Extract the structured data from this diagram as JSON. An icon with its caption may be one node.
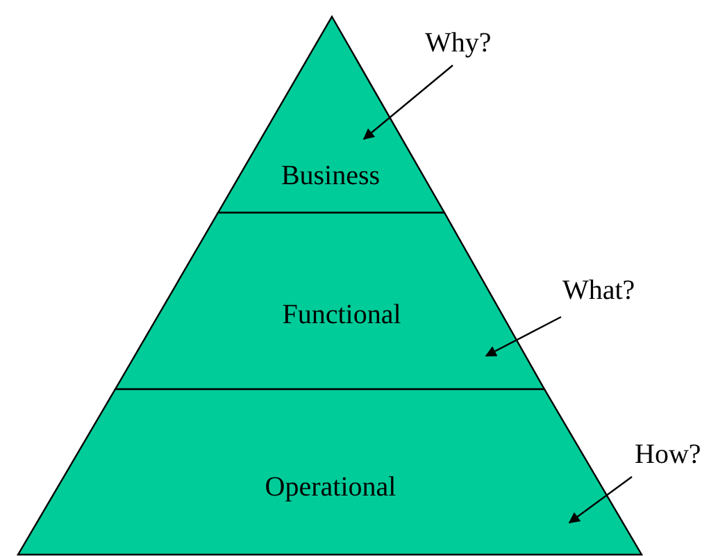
{
  "diagram": {
    "nodes": [
      {
        "text": [
          "Business"
        ]
      },
      {
        "text": [
          "Functional"
        ]
      },
      {
        "text": [
          "Operational"
        ]
      },
      {
        "text": [
          "Why?"
        ]
      },
      {
        "text": [
          "What?"
        ]
      },
      {
        "text": [
          "How?"
        ]
      }
    ],
    "edges": [
      {
        "from": 3,
        "to": 0,
        "arrow": "to"
      },
      {
        "from": 4,
        "to": 1,
        "arrow": "to"
      },
      {
        "from": 5,
        "to": 2,
        "arrow": "to"
      }
    ]
  }
}
